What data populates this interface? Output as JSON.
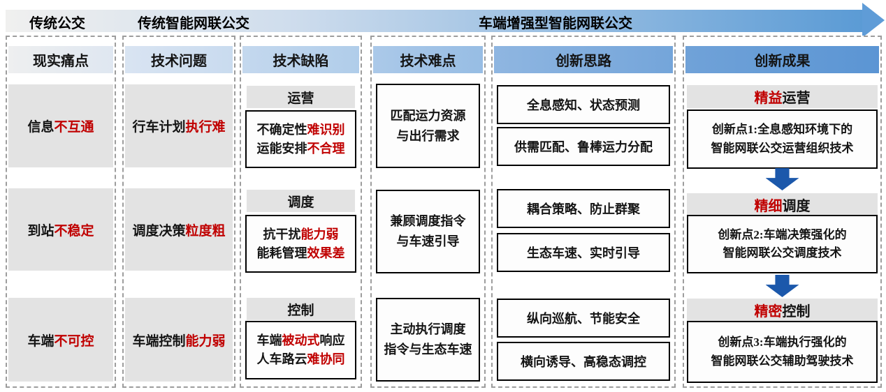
{
  "banner": {
    "stages": [
      "传统公交",
      "传统智能网联公交",
      "车端增强型智能网联公交"
    ]
  },
  "headers": {
    "pain": "现实痛点",
    "problem": "技术问题",
    "defect": "技术缺陷",
    "difficulty": "技术难点",
    "idea": "创新思路",
    "result": "创新成果"
  },
  "pain": {
    "rows": [
      [
        {
          "text": "信息"
        },
        {
          "text": "不互通",
          "red": true
        }
      ],
      [
        {
          "text": "到站"
        },
        {
          "text": "不稳定",
          "red": true
        }
      ],
      [
        {
          "text": "车端"
        },
        {
          "text": "不可控",
          "red": true
        }
      ]
    ]
  },
  "problem": {
    "rows": [
      [
        {
          "text": "行车计划"
        },
        {
          "text": "执行难",
          "red": true
        }
      ],
      [
        {
          "text": "调度决策"
        },
        {
          "text": "粒度粗",
          "red": true
        }
      ],
      [
        {
          "text": "车端控制"
        },
        {
          "text": "能力弱",
          "red": true
        }
      ]
    ]
  },
  "defect": {
    "groups": [
      {
        "tag": "运营",
        "line1": [
          {
            "text": "不确定性"
          },
          {
            "text": "难识别",
            "red": true
          }
        ],
        "line2": [
          {
            "text": "运能安排"
          },
          {
            "text": "不合理",
            "red": true
          }
        ]
      },
      {
        "tag": "调度",
        "line1": [
          {
            "text": "抗干扰"
          },
          {
            "text": "能力弱",
            "red": true
          }
        ],
        "line2": [
          {
            "text": "能耗管理"
          },
          {
            "text": "效果差",
            "red": true
          }
        ]
      },
      {
        "tag": "控制",
        "line1": [
          {
            "text": "车端"
          },
          {
            "text": "被动式",
            "red": true
          },
          {
            "text": "响应"
          }
        ],
        "line2": [
          {
            "text": "人车路云"
          },
          {
            "text": "难协同",
            "red": true
          }
        ]
      }
    ]
  },
  "difficulty": {
    "boxes": [
      [
        "匹配运力资源",
        "与出行需求"
      ],
      [
        "兼顾调度指令",
        "与车速引导"
      ],
      [
        "主动执行调度",
        "指令与生态车速"
      ]
    ]
  },
  "idea": {
    "boxes": [
      "全息感知、状态预测",
      "供需匹配、鲁棒运力分配",
      "耦合策略、防止群聚",
      "生态车速、实时引导",
      "纵向巡航、节能安全",
      "横向诱导、高稳态调控"
    ]
  },
  "result": {
    "groups": [
      {
        "title": [
          {
            "text": "精益",
            "red": true
          },
          {
            "text": "运营"
          }
        ],
        "lines": [
          "创新点1:全息感知环境下的",
          "智能网联公交运营组织技术"
        ]
      },
      {
        "title": [
          {
            "text": "精细",
            "red": true
          },
          {
            "text": "调度"
          }
        ],
        "lines": [
          "创新点2:车端决策强化的",
          "智能网联公交调度技术"
        ]
      },
      {
        "title": [
          {
            "text": "精密",
            "red": true
          },
          {
            "text": "控制"
          }
        ],
        "lines": [
          "创新点3:车端执行强化的",
          "智能网联公交辅助驾驶技术"
        ]
      }
    ]
  },
  "colors": {
    "red_accent": "#c00000",
    "banner_blue": "#5b9bd5",
    "down_arrow_blue": "#1b58ab",
    "band_gray": "#e3e3e3"
  }
}
